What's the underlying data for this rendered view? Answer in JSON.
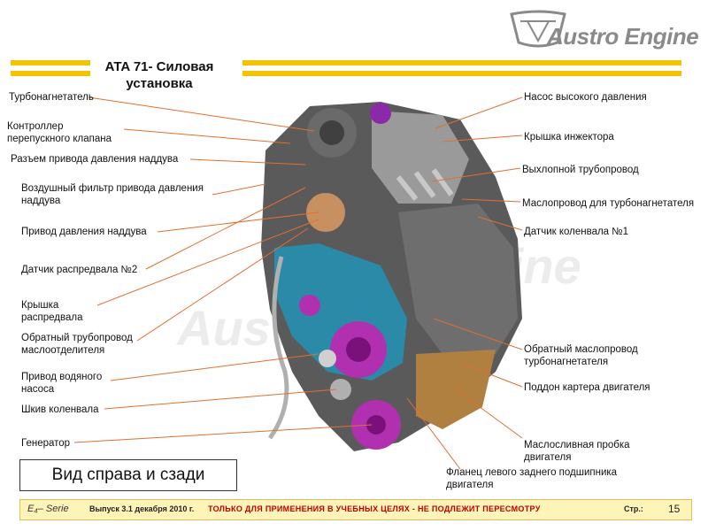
{
  "header": {
    "title": "ATA 71- Силовая\nустановка",
    "logo_text": "Austro Engine",
    "bar_color": "#f2c400"
  },
  "labels_left": [
    "Турбонагнетатель",
    "Контроллер\nперепускного клапана",
    "Разъем привода давления наддува",
    "Воздушный фильтр привода давления\nнаддува",
    "Привод давления наддува",
    "Датчик распредвала №2",
    "Крышка\nраспредвала",
    "Обратный трубопровод\nмаслоотделителя",
    "Привод водяного\nнасоса",
    "Шкив коленвала",
    "Генератор"
  ],
  "labels_right": [
    "Насос высокого давления",
    "Крышка инжектора",
    "Выхлопной трубопровод",
    "Маслопровод для турбонагнетателя",
    "Датчик коленвала №1",
    "Обратный маслопровод\nтурбонагнетателя",
    "Поддон картера двигателя",
    "Маслосливная пробка\nдвигателя"
  ],
  "label_bottom": "Фланец левого заднего подшипника\nдвигателя",
  "view_caption": "Вид справа и сзади",
  "footer": {
    "series": "E₄– Serie",
    "issue": "Выпуск 3.1 декабря 2010 г.",
    "warning": "ТОЛЬКО ДЛЯ ПРИМЕНЕНИЯ В УЧЕБНЫХ ЦЕЛЯХ - НЕ ПОДЛЕЖИТ ПЕРЕСМОТРУ",
    "page_label": "Стр.:",
    "page_number": "15",
    "warning_color": "#c00000"
  },
  "icons": [
    "austro-engine-logo",
    "engine-illustration"
  ]
}
